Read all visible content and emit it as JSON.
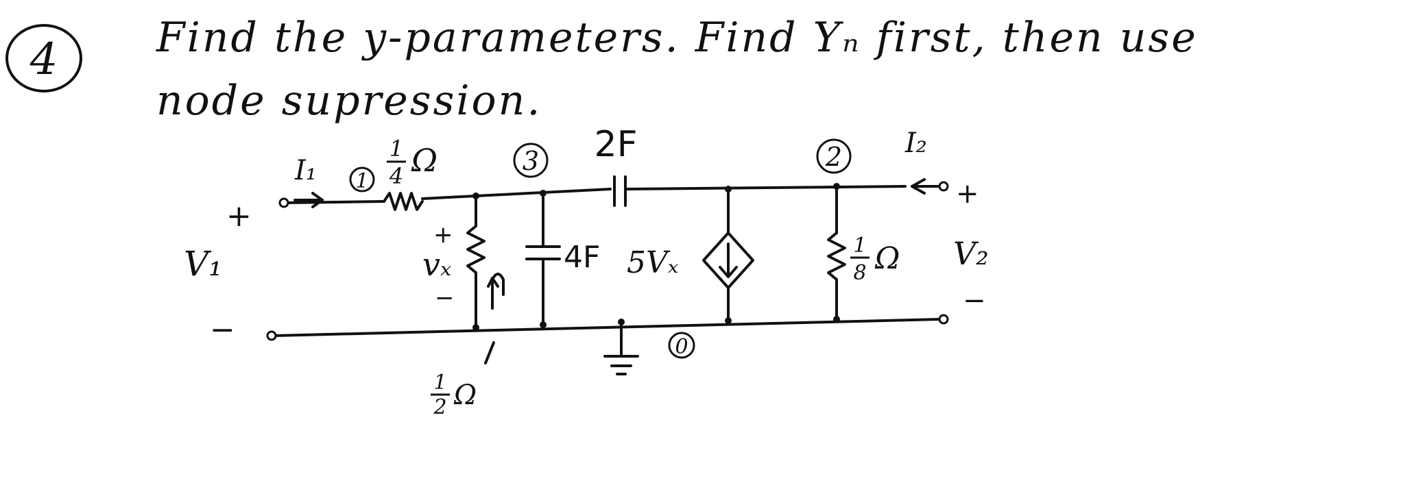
{
  "problem": {
    "number": "4",
    "line1": "Find the y-parameters. Find Yₙ first, then use",
    "line2": "node supression."
  },
  "circuit": {
    "nodes": {
      "n1": "1",
      "n2": "2",
      "n3": "3",
      "n0": "0"
    },
    "currents": {
      "i1": "I₁",
      "i2": "I₂"
    },
    "ports": {
      "v1": "V₁",
      "v1_plus": "+",
      "v1_minus": "−",
      "v2": "V₂",
      "v2_plus": "+",
      "v2_minus": "−"
    },
    "components": {
      "r_series": {
        "num": "1",
        "den": "4",
        "unit": "Ω"
      },
      "r_shunt": {
        "num": "1",
        "den": "2",
        "unit": "Ω"
      },
      "r_out": {
        "num": "1",
        "den": "8",
        "unit": "Ω"
      },
      "c_series": "2F",
      "c_shunt": "4F",
      "dep_source": "5Vₓ"
    },
    "vx": {
      "label": "vₓ",
      "plus": "+",
      "minus": "−"
    }
  },
  "colors": {
    "ink": "#111111",
    "background": "#ffffff"
  }
}
